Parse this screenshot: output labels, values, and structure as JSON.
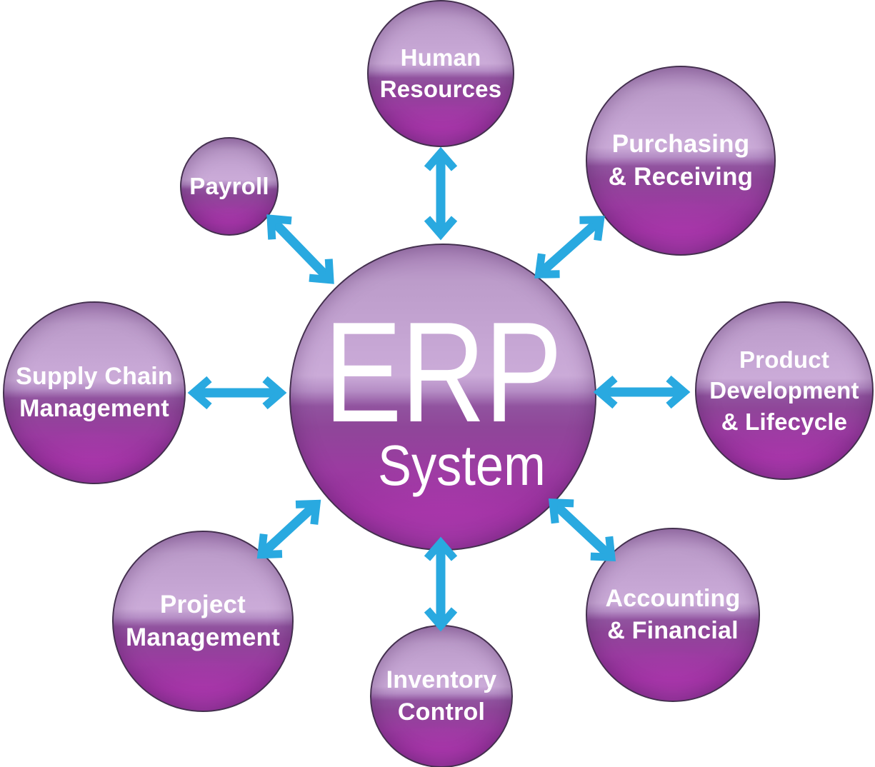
{
  "diagram": {
    "type": "hub-and-spoke",
    "hub": {
      "title": "ERP",
      "subtitle": "System"
    },
    "satellites": [
      {
        "id": "human-resources",
        "label": "Human\nResources"
      },
      {
        "id": "purchasing-receiving",
        "label": "Purchasing\n& Receiving"
      },
      {
        "id": "product-development-lifecycle",
        "label": "Product\nDevelopment\n& Lifecycle"
      },
      {
        "id": "accounting-financial",
        "label": "Accounting\n& Financial"
      },
      {
        "id": "inventory-control",
        "label": "Inventory\nControl"
      },
      {
        "id": "project-management",
        "label": "Project\nManagement"
      },
      {
        "id": "supply-chain-management",
        "label": "Supply Chain\nManagement"
      },
      {
        "id": "payroll",
        "label": "Payroll"
      }
    ],
    "colors": {
      "arrow": "#29a9e0",
      "text": "#ffffff",
      "outline": "#44304f",
      "bubble_light": "#cbabd8",
      "bubble_dark": "#7a2a86"
    }
  }
}
